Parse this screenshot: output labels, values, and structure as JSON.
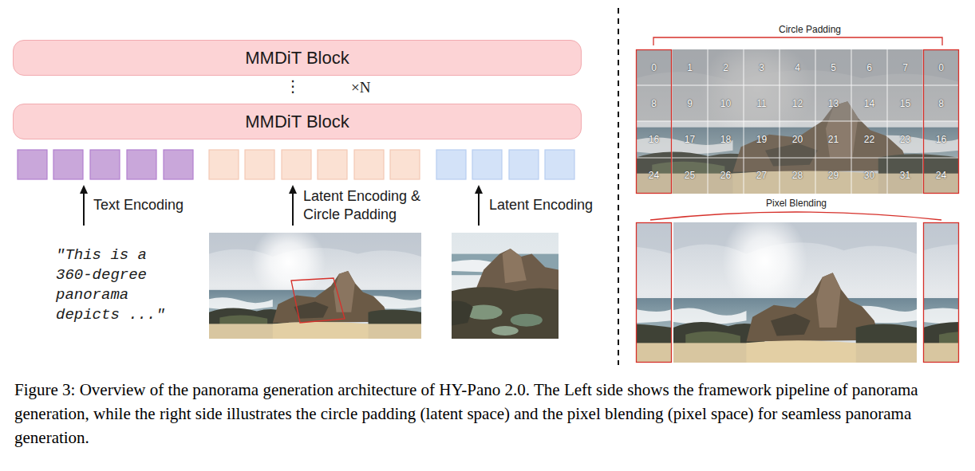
{
  "diagram": {
    "caption": "Figure 3: Overview of the panorama generation architecture of HY-Pano 2.0. The Left side shows the framework pipeline of panorama generation, while the right side illustrates the circle padding (latent space) and the pixel blending (pixel space) for seamless panorama generation.",
    "nodes": [
      {
        "text": [
          "MMDiT Block"
        ]
      },
      {
        "text": [
          "MMDiT Block"
        ]
      }
    ],
    "labels": [
      "⋮",
      "×N",
      "Text Encoding",
      "Latent Encoding & Circle Padding",
      "Latent Encoding",
      "\"This is a 360-degree panorama depicts ...\"",
      "Circle Padding",
      "0",
      "1",
      "2",
      "3",
      "4",
      "5",
      "6",
      "7",
      "0",
      "8",
      "9",
      "10",
      "11",
      "12",
      "13",
      "14",
      "15",
      "8",
      "16",
      "17",
      "18",
      "19",
      "20",
      "21",
      "22",
      "23",
      "16",
      "24",
      "25",
      "26",
      "27",
      "28",
      "29",
      "30",
      "31",
      "24",
      "Pixel Blending"
    ]
  }
}
